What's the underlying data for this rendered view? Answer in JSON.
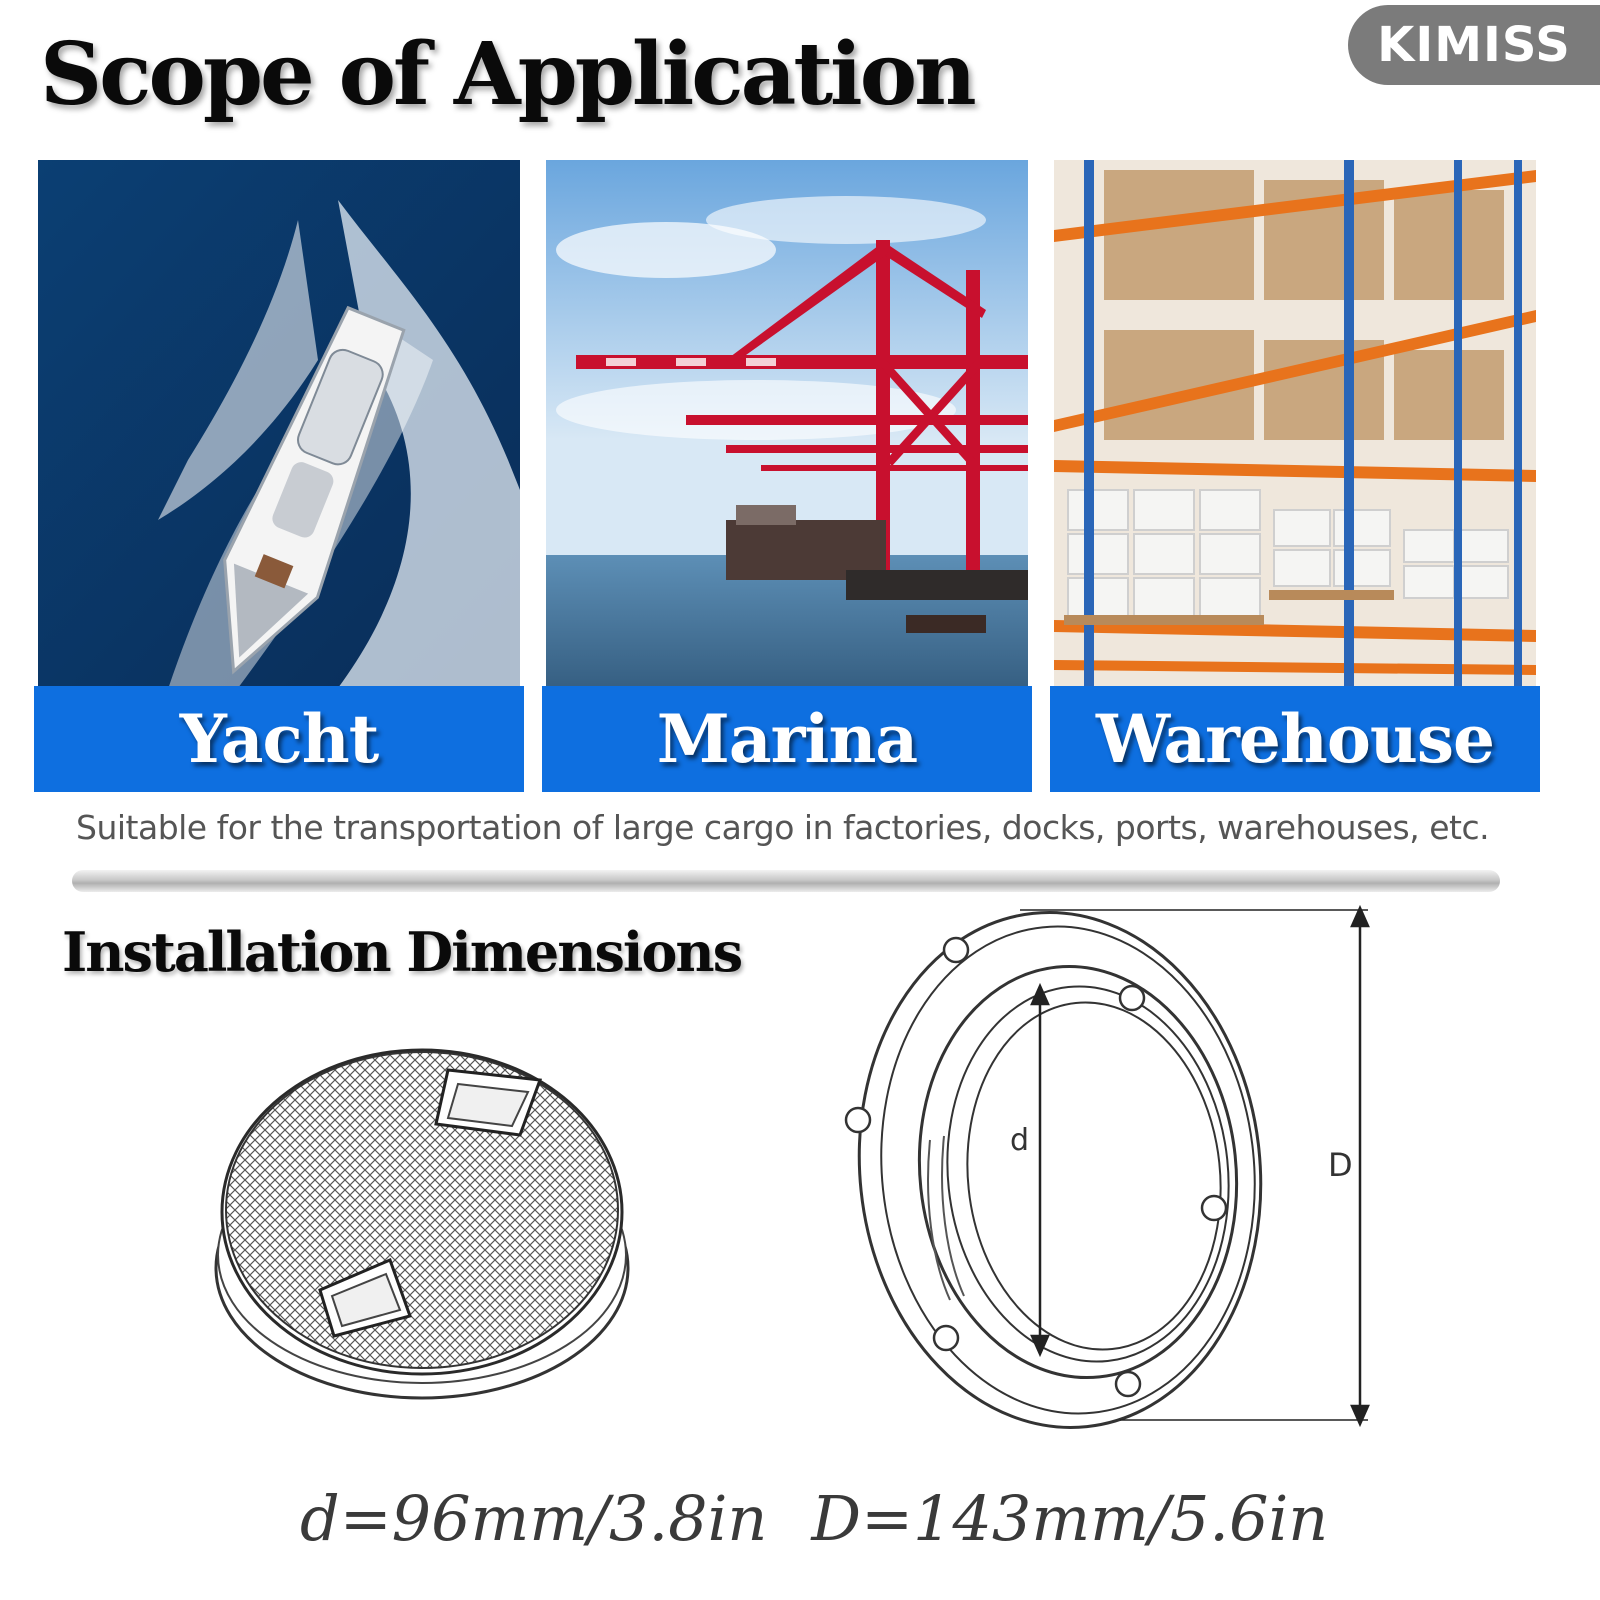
{
  "header": {
    "title": "Scope of Application",
    "brand": "KIMISS"
  },
  "applications": [
    {
      "label": "Yacht",
      "image": "yacht-photo"
    },
    {
      "label": "Marina",
      "image": "port-cranes-photo"
    },
    {
      "label": "Warehouse",
      "image": "warehouse-shelves-photo"
    }
  ],
  "caption": "Suitable for the transportation of large cargo in factories, docks, ports, warehouses, etc.",
  "installation": {
    "title": "Installation Dimensions",
    "label_inner": "d",
    "label_outer": "D",
    "inner_dimension": "d=96mm/3.8in",
    "outer_dimension": "D=143mm/5.6in"
  },
  "colors": {
    "band_blue": "#0e6fe0",
    "brand_badge": "#7b7b7b"
  }
}
